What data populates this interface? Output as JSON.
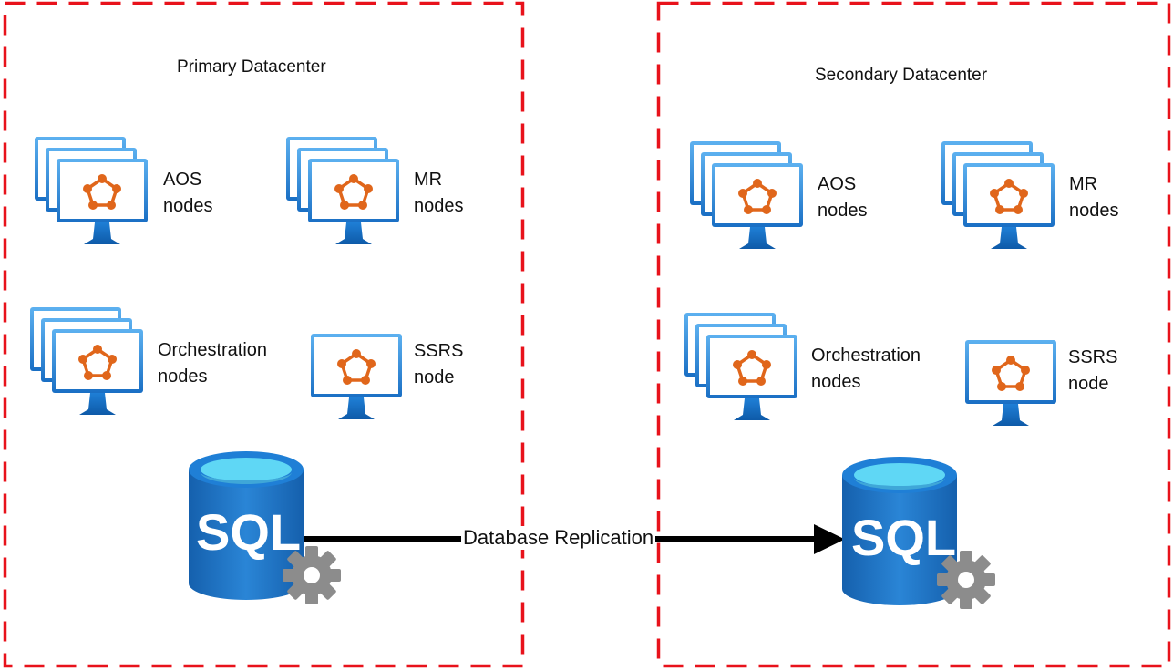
{
  "primary": {
    "title": "Primary Datacenter",
    "nodes": [
      {
        "line1": "AOS",
        "line2": "nodes"
      },
      {
        "line1": "MR",
        "line2": "nodes"
      },
      {
        "line1": "Orchestration",
        "line2": "nodes"
      },
      {
        "line1": "SSRS",
        "line2": "node"
      }
    ],
    "db_label": "SQL"
  },
  "secondary": {
    "title": "Secondary Datacenter",
    "nodes": [
      {
        "line1": "AOS",
        "line2": "nodes"
      },
      {
        "line1": "MR",
        "line2": "nodes"
      },
      {
        "line1": "Orchestration",
        "line2": "nodes"
      },
      {
        "line1": "SSRS",
        "line2": "node"
      }
    ],
    "db_label": "SQL"
  },
  "replication": {
    "label": "Database Replication"
  },
  "colors": {
    "border": "#e8121b",
    "monitor": "#1f7fd6",
    "monitor_light": "#4aa3ec",
    "node_icon": "#e0661b",
    "db": "#1a73c4",
    "db_top": "#5fd7f5",
    "gear": "#8c8c8c"
  },
  "icons": {
    "node": "virtual-machine-icon",
    "db": "sql-server-icon"
  }
}
